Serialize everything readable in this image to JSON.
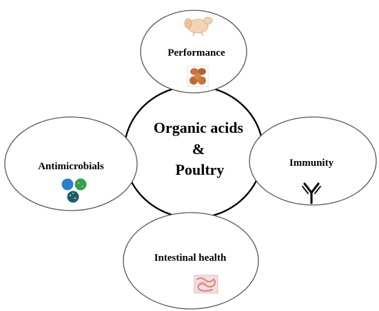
{
  "center": {
    "line1": "Organic acids",
    "line2": "&",
    "line3": "Poultry"
  },
  "nodes": {
    "performance": {
      "label": "Performance",
      "icons": [
        "chicken-icon",
        "eggs-icon"
      ]
    },
    "antimicrobials": {
      "label": "Antimicrobials",
      "icons": [
        "bacteria-icon"
      ]
    },
    "immunity": {
      "label": "Immunity",
      "icons": [
        "antibody-icon"
      ]
    },
    "intestinal": {
      "label": "Intestinal health",
      "icons": [
        "intestine-icon"
      ]
    }
  },
  "colors": {
    "outline": "#000000",
    "node_fill": "#ffffff",
    "egg": "#c8733d",
    "chicken": "#f2c9a6",
    "bacteria_blue": "#2b7fd1",
    "bacteria_green": "#36a04a",
    "bacteria_teal": "#1d5c66",
    "intestine": "#e7a9a6"
  }
}
